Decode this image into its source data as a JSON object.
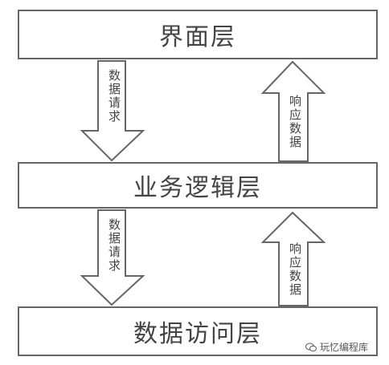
{
  "layers": {
    "ui": "界面层",
    "business": "业务逻辑层",
    "data": "数据访问层"
  },
  "arrows": {
    "request_top": "数据请求",
    "response_top": "响应数据",
    "request_bottom": "数据请求",
    "response_bottom": "响应数据"
  },
  "watermark": {
    "text": "玩忆编程库"
  },
  "icons": {
    "watermark": "wechat-icon"
  }
}
